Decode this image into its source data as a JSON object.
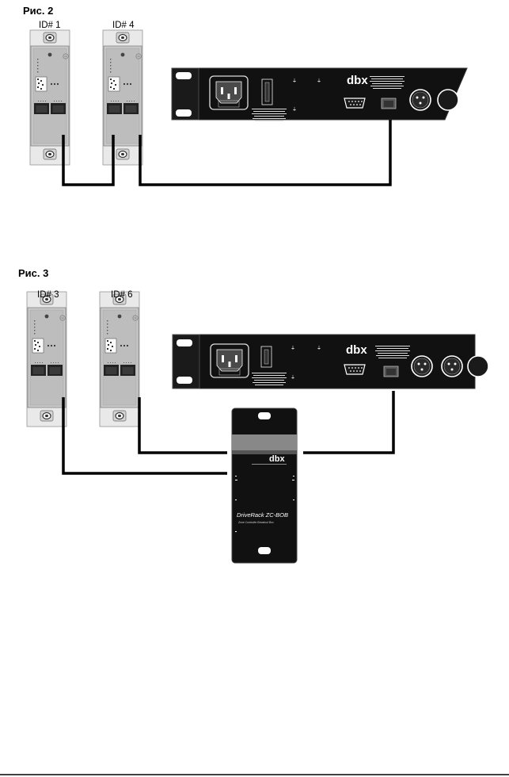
{
  "figure2": {
    "title": "Рис. 2",
    "panels": [
      {
        "id_label": "ID# 1"
      },
      {
        "id_label": "ID# 4"
      }
    ],
    "device": {
      "brand": "dbx"
    }
  },
  "figure3": {
    "title": "Рис. 3",
    "panels": [
      {
        "id_label": "ID# 3"
      },
      {
        "id_label": "ID# 6"
      }
    ],
    "device": {
      "brand": "dbx"
    },
    "hub": {
      "brand": "dbx",
      "model": "DriveRack ZC-BOB",
      "subtitle": "Zone Controller Breakout Box"
    }
  },
  "colors": {
    "device_body": "#111111",
    "panel_body": "#c8c8c8",
    "wall_plate": "#e6e6e6",
    "cable": "#000000"
  }
}
